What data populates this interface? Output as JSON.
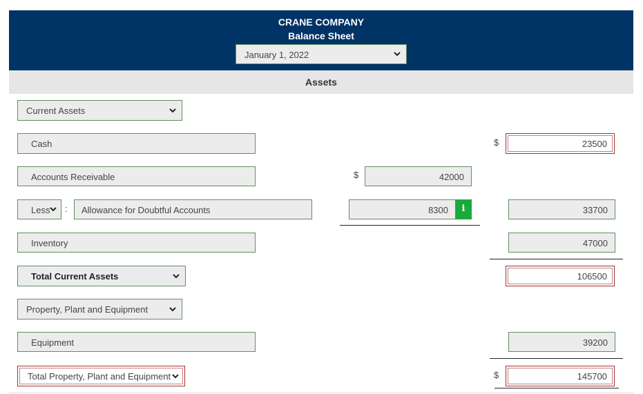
{
  "header": {
    "company": "CRANE COMPANY",
    "title": "Balance Sheet",
    "date": "January 1, 2022",
    "section": "Assets"
  },
  "rows": {
    "current_assets_heading": "Current Assets",
    "cash_label": "Cash",
    "cash_amount": "23500",
    "ar_label": "Accounts Receivable",
    "ar_amount": "42000",
    "less_select": "Less",
    "allowance_label": "Allowance for Doubtful Accounts",
    "allowance_amount": "8300",
    "net_ar_amount": "33700",
    "inventory_label": "Inventory",
    "inventory_amount": "47000",
    "total_current_label": "Total Current Assets",
    "total_current_amount": "106500",
    "ppe_heading": "Property, Plant and Equipment",
    "equipment_label": "Equipment",
    "equipment_amount": "39200",
    "total_ppe_label": "Total Property, Plant and Equipment",
    "total_ppe_amount": "145700"
  },
  "symbols": {
    "dollar": "$",
    "info": "i",
    "colon": ":"
  },
  "colors": {
    "header_bg": "#003366",
    "info_bg": "#1aaa3c",
    "error_border": "#a03030",
    "field_border": "#5e8f5e"
  }
}
